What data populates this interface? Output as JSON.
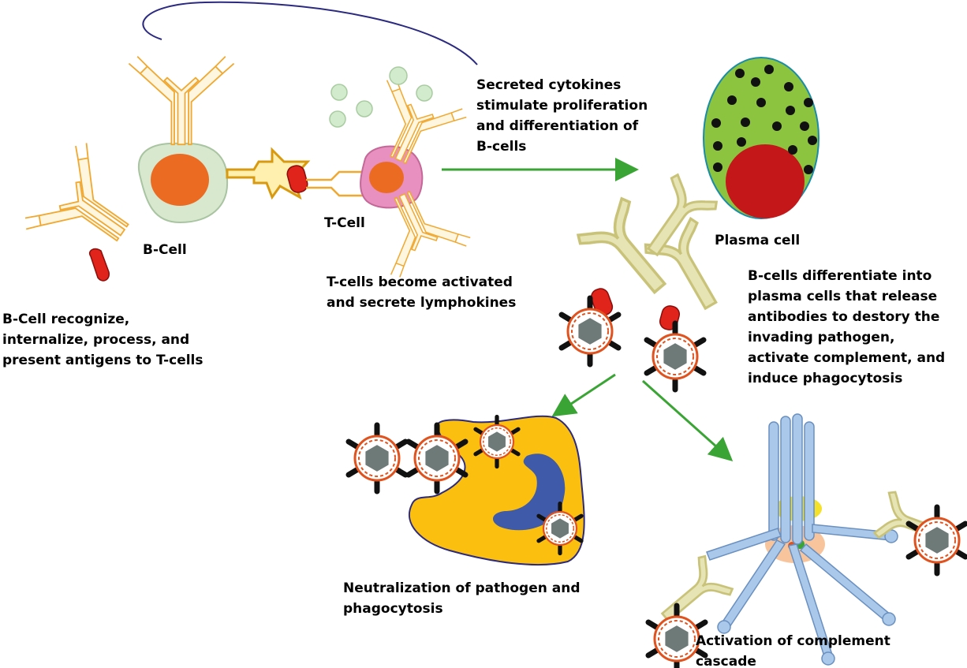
{
  "labels": {
    "b_cell": "B-Cell",
    "t_cell": "T-Cell",
    "plasma_cell": "Plasma cell",
    "b_cell_desc": [
      "B-Cell recognize,",
      "internalize, process, and",
      "present antigens to T-cells"
    ],
    "t_cell_desc": [
      "T-cells become activated",
      "and secrete lymphokines"
    ],
    "cytokines_desc": [
      "Secreted cytokines",
      "stimulate proliferation",
      "and differentiation of",
      "B-cells"
    ],
    "plasma_desc": [
      "B-cells differentiate into",
      "plasma cells that release",
      "antibodies to destory the",
      "invading pathogen,",
      "activate complement, and",
      "induce phagocytosis"
    ],
    "neutralization": [
      "Neutralization of pathogen and",
      "phagocytosis"
    ],
    "complement": [
      "Activation of complement",
      "cascade"
    ]
  },
  "colors": {
    "arrow": "#3aa535",
    "antibody_outline": "#f0a830",
    "antibody_fill": "#fff6e0",
    "b_cell_body": "#d8e8cf",
    "nucleus": "#ec6b22",
    "t_cell_body": "#e890c0",
    "antigen": "#e0231b",
    "cytokine": "#d2ebcc",
    "plasma_body": "#8cc43f",
    "plasma_nucleus": "#c4171a",
    "plasma_border": "#1a8ca8",
    "released_antibody": "#c9c37a",
    "virus_capsid": "#6e7a78",
    "virus_ring": "#e0521e",
    "macrophage": "#fbbf10",
    "macrophage_nucleus": "#3e5aa8",
    "complement": "#a9c8ea",
    "feedback_line": "#2b2a80"
  },
  "icons": [
    "b-cell",
    "t-cell",
    "plasma-cell",
    "macrophage",
    "complement-protein",
    "pathogen",
    "antibody",
    "cytokine"
  ]
}
